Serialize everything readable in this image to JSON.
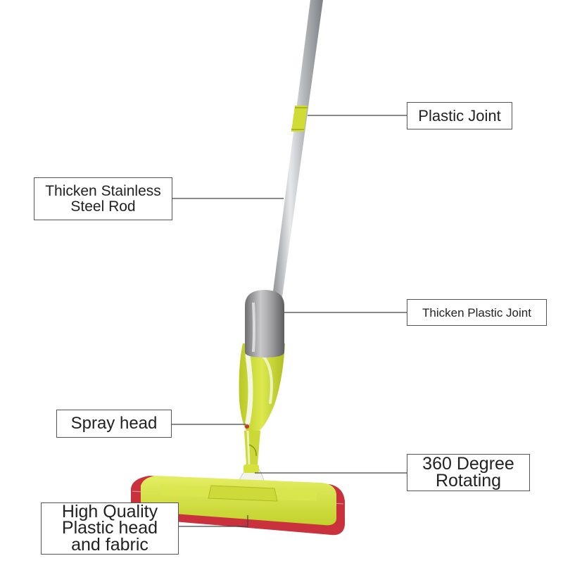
{
  "labels": {
    "plastic_joint": "Plastic Joint",
    "steel_rod_line1": "Thicken Stainless",
    "steel_rod_line2": "Steel Rod",
    "thicken_plastic_joint": "Thicken Plastic Joint",
    "spray_head": "Spray head",
    "rotating_line1": "360 Degree",
    "rotating_line2": "Rotating",
    "plastic_head_line1": "High Quality",
    "plastic_head_line2": "Plastic head",
    "plastic_head_line3": "and fabric"
  },
  "colors": {
    "accent_green": "#d2df3a",
    "pad_red": "#c9323c",
    "steel": "#b5b8bb",
    "label_border": "#555555"
  }
}
